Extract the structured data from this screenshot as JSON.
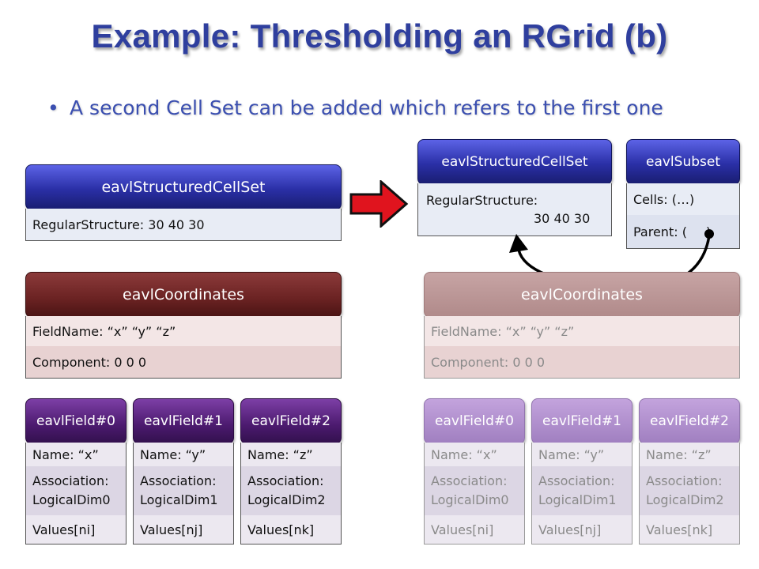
{
  "title": "Example: Thresholding an RGrid (b)",
  "bullet": "A second Cell Set can be added which refers to the first one",
  "left": {
    "cellset": {
      "header": "eavlStructuredCellSet",
      "row1": "RegularStructure:  30 40 30"
    },
    "coords": {
      "header": "eavlCoordinates",
      "row1": "FieldName: “x” “y” “z”",
      "row2": "Component: 0    0    0"
    },
    "fields": [
      {
        "header": "eavlField#0",
        "name": "Name: “x”",
        "assoc1": "Association:",
        "assoc2": "LogicalDim0",
        "values": "Values[ni]"
      },
      {
        "header": "eavlField#1",
        "name": "Name: “y”",
        "assoc1": "Association:",
        "assoc2": "LogicalDim1",
        "values": "Values[nj]"
      },
      {
        "header": "eavlField#2",
        "name": "Name: “z”",
        "assoc1": "Association:",
        "assoc2": "LogicalDim2",
        "values": "Values[nk]"
      }
    ]
  },
  "right": {
    "cellset": {
      "header": "eavlStructuredCellSet",
      "row1": "RegularStructure:",
      "row2": "30 40 30"
    },
    "subset": {
      "header": "eavlSubset",
      "row1": "Cells: (…)",
      "row2a": "Parent: (",
      "row2b": ")"
    },
    "coords": {
      "header": "eavlCoordinates",
      "row1": "FieldName: “x” “y” “z”",
      "row2": "Component: 0    0    0"
    },
    "fields": [
      {
        "header": "eavlField#0",
        "name": "Name: “x”",
        "assoc1": "Association:",
        "assoc2": "LogicalDim0",
        "values": "Values[ni]"
      },
      {
        "header": "eavlField#1",
        "name": "Name: “y”",
        "assoc1": "Association:",
        "assoc2": "LogicalDim1",
        "values": "Values[nj]"
      },
      {
        "header": "eavlField#2",
        "name": "Name: “z”",
        "assoc1": "Association:",
        "assoc2": "LogicalDim2",
        "values": "Values[nk]"
      }
    ]
  },
  "colors": {
    "title": "#2f3f9e",
    "arrow": "#e0141e",
    "connector": "#000000"
  },
  "icons": {
    "bullet": "bullet-dot",
    "arrow": "right-arrow-icon",
    "pointer": "curved-arrow-icon"
  }
}
